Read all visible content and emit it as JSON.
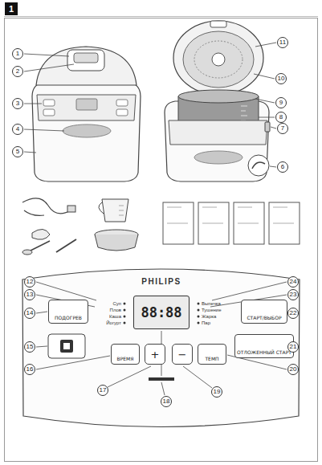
{
  "diagram": {
    "nodes": [
      {
        "text": [
          "1"
        ]
      },
      {
        "text": [
          "ПОДОГРЕВ"
        ]
      },
      {
        "text": [
          "СТАРТ/ВЫБОР"
        ]
      },
      {
        "text": [
          "ОТЛОЖЕННЫЙ СТАРТ"
        ]
      },
      {
        "text": [
          "88:88"
        ]
      },
      {
        "text": [
          "+"
        ]
      },
      {
        "text": [
          "−"
        ]
      },
      {
        "text": [
          "ТЕМП"
        ]
      },
      {
        "text": [
          "ВРЕМЯ"
        ]
      }
    ],
    "labels": [
      "1",
      "2",
      "3",
      "4",
      "5",
      "6",
      "7",
      "8",
      "9",
      "10",
      "11",
      "12",
      "13",
      "14",
      "15",
      "16",
      "17",
      "18",
      "19",
      "20",
      "21",
      "22",
      "23",
      "24",
      "PHILIPS",
      "Суп",
      "Плов",
      "Каша",
      "Йогурт",
      "Выпечка",
      "Тушение",
      "Жарка",
      "Пар"
    ]
  }
}
